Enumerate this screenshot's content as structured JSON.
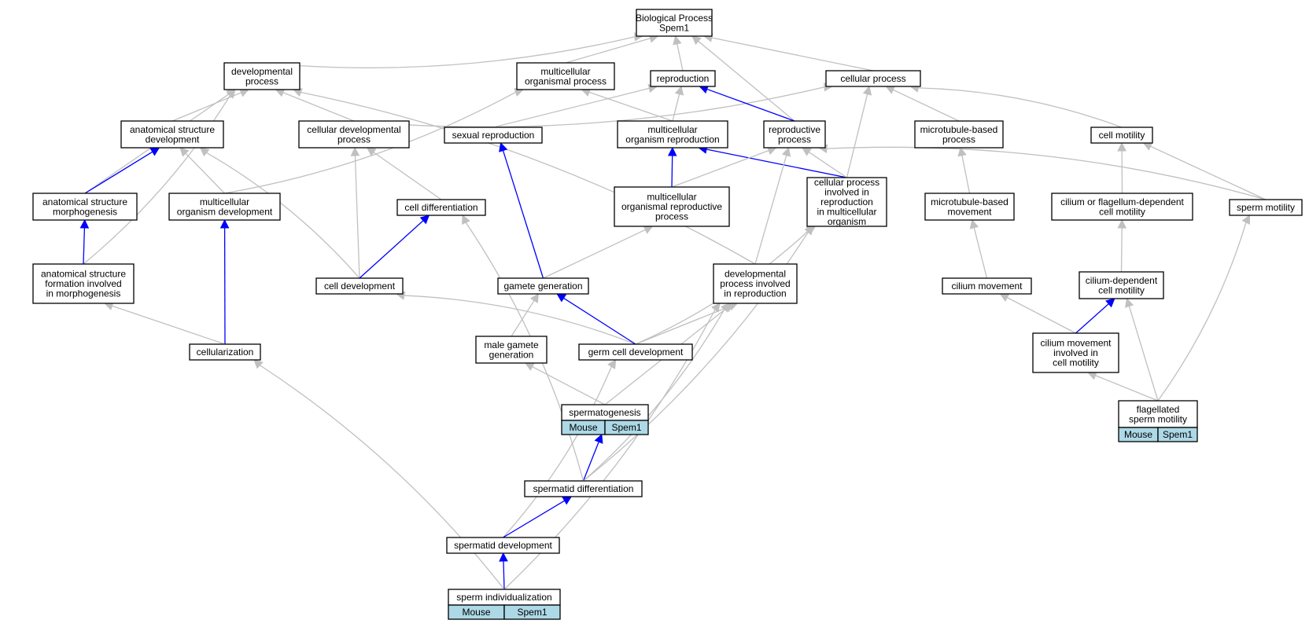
{
  "colors": {
    "edge_gray": "#c0c0c0",
    "edge_blue": "#0000ff",
    "annotation_fill": "#add8e6",
    "node_fill": "#ffffff"
  },
  "nodes": {
    "bp": {
      "lines": [
        "Biological Process",
        "Spem1"
      ]
    },
    "dev": {
      "lines": [
        "developmental",
        "process"
      ]
    },
    "mop": {
      "lines": [
        "multicellular",
        "organismal process"
      ]
    },
    "rep": {
      "lines": [
        "reproduction"
      ]
    },
    "cp": {
      "lines": [
        "cellular process"
      ]
    },
    "asd": {
      "lines": [
        "anatomical structure",
        "development"
      ]
    },
    "cdp": {
      "lines": [
        "cellular developmental",
        "process"
      ]
    },
    "sr": {
      "lines": [
        "sexual reproduction"
      ]
    },
    "mor": {
      "lines": [
        "multicellular",
        "organism reproduction"
      ]
    },
    "rp": {
      "lines": [
        "reproductive",
        "process"
      ]
    },
    "mbp": {
      "lines": [
        "microtubule-based",
        "process"
      ]
    },
    "cm": {
      "lines": [
        "cell motility"
      ]
    },
    "asm": {
      "lines": [
        "anatomical structure",
        "morphogenesis"
      ]
    },
    "mod": {
      "lines": [
        "multicellular",
        "organism development"
      ]
    },
    "cd": {
      "lines": [
        "cell differentiation"
      ]
    },
    "morp": {
      "lines": [
        "multicellular",
        "organismal reproductive",
        "process"
      ]
    },
    "cpir": {
      "lines": [
        "cellular process",
        "involved in",
        "reproduction",
        "in multicellular",
        "organism"
      ]
    },
    "mbm": {
      "lines": [
        "microtubule-based",
        "movement"
      ]
    },
    "cfdcm": {
      "lines": [
        "cilium or flagellum-dependent",
        "cell motility"
      ]
    },
    "sm": {
      "lines": [
        "sperm motility"
      ]
    },
    "asfm": {
      "lines": [
        "anatomical structure",
        "formation involved",
        "in morphogenesis"
      ]
    },
    "cdev": {
      "lines": [
        "cell development"
      ]
    },
    "gg": {
      "lines": [
        "gamete generation"
      ]
    },
    "dpir": {
      "lines": [
        "developmental",
        "process involved",
        "in reproduction"
      ]
    },
    "cmov": {
      "lines": [
        "cilium movement"
      ]
    },
    "cdcm": {
      "lines": [
        "cilium-dependent",
        "cell motility"
      ]
    },
    "cell": {
      "lines": [
        "cellularization"
      ]
    },
    "mgg": {
      "lines": [
        "male gamete",
        "generation"
      ]
    },
    "gcd": {
      "lines": [
        "germ cell development"
      ]
    },
    "cmicm": {
      "lines": [
        "cilium movement",
        "involved in",
        "cell motility"
      ]
    },
    "sg": {
      "lines": [
        "spermatogenesis"
      ],
      "annotation": [
        "Mouse",
        "Spem1"
      ]
    },
    "fsm": {
      "lines": [
        "flagellated",
        "sperm motility"
      ],
      "annotation": [
        "Mouse",
        "Spem1"
      ]
    },
    "sdiff": {
      "lines": [
        "spermatid differentiation"
      ]
    },
    "sdev": {
      "lines": [
        "spermatid development"
      ]
    },
    "si": {
      "lines": [
        "sperm individualization"
      ],
      "annotation": [
        "Mouse",
        "Spem1"
      ]
    }
  },
  "edges": [
    {
      "from": "dev",
      "to": "bp",
      "color": "gray"
    },
    {
      "from": "mop",
      "to": "bp",
      "color": "gray"
    },
    {
      "from": "rep",
      "to": "bp",
      "color": "gray"
    },
    {
      "from": "cp",
      "to": "bp",
      "color": "gray"
    },
    {
      "from": "rp",
      "to": "bp",
      "color": "gray"
    },
    {
      "from": "asd",
      "to": "dev",
      "color": "gray"
    },
    {
      "from": "cdp",
      "to": "dev",
      "color": "gray"
    },
    {
      "from": "asm",
      "to": "dev",
      "color": "gray"
    },
    {
      "from": "asfm",
      "to": "dev",
      "color": "gray"
    },
    {
      "from": "dpir",
      "to": "dev",
      "color": "gray"
    },
    {
      "from": "cdp",
      "to": "cp",
      "color": "gray"
    },
    {
      "from": "mod",
      "to": "mop",
      "color": "gray"
    },
    {
      "from": "mor",
      "to": "mop",
      "color": "gray"
    },
    {
      "from": "sr",
      "to": "rep",
      "color": "gray"
    },
    {
      "from": "mor",
      "to": "rep",
      "color": "gray"
    },
    {
      "from": "rp",
      "to": "rep",
      "color": "blue"
    },
    {
      "from": "cpir",
      "to": "cp",
      "color": "gray"
    },
    {
      "from": "mbp",
      "to": "cp",
      "color": "gray"
    },
    {
      "from": "cm",
      "to": "cp",
      "color": "gray"
    },
    {
      "from": "asm",
      "to": "asd",
      "color": "blue"
    },
    {
      "from": "mod",
      "to": "asd",
      "color": "gray"
    },
    {
      "from": "cdev",
      "to": "asd",
      "color": "gray"
    },
    {
      "from": "cd",
      "to": "cdp",
      "color": "gray"
    },
    {
      "from": "cdev",
      "to": "cdp",
      "color": "gray"
    },
    {
      "from": "gg",
      "to": "sr",
      "color": "blue"
    },
    {
      "from": "morp",
      "to": "mor",
      "color": "blue"
    },
    {
      "from": "cpir",
      "to": "mor",
      "color": "blue"
    },
    {
      "from": "morp",
      "to": "rp",
      "color": "gray"
    },
    {
      "from": "cpir",
      "to": "rp",
      "color": "gray"
    },
    {
      "from": "dpir",
      "to": "rp",
      "color": "gray"
    },
    {
      "from": "sm",
      "to": "rp",
      "color": "gray"
    },
    {
      "from": "mbm",
      "to": "mbp",
      "color": "gray"
    },
    {
      "from": "cfdcm",
      "to": "cm",
      "color": "gray"
    },
    {
      "from": "sm",
      "to": "cm",
      "color": "gray"
    },
    {
      "from": "asfm",
      "to": "asm",
      "color": "blue"
    },
    {
      "from": "cell",
      "to": "mod",
      "color": "blue"
    },
    {
      "from": "cdev",
      "to": "cd",
      "color": "blue"
    },
    {
      "from": "gg",
      "to": "morp",
      "color": "gray"
    },
    {
      "from": "gcd",
      "to": "cpir",
      "color": "gray"
    },
    {
      "from": "cmov",
      "to": "mbm",
      "color": "gray"
    },
    {
      "from": "cdcm",
      "to": "cfdcm",
      "color": "gray"
    },
    {
      "from": "fsm",
      "to": "sm",
      "color": "gray"
    },
    {
      "from": "cell",
      "to": "asfm",
      "color": "gray"
    },
    {
      "from": "gcd",
      "to": "cdev",
      "color": "gray"
    },
    {
      "from": "mgg",
      "to": "gg",
      "color": "gray"
    },
    {
      "from": "gcd",
      "to": "gg",
      "color": "blue"
    },
    {
      "from": "gcd",
      "to": "dpir",
      "color": "gray"
    },
    {
      "from": "sg",
      "to": "dpir",
      "color": "gray"
    },
    {
      "from": "sdiff",
      "to": "dpir",
      "color": "gray"
    },
    {
      "from": "si",
      "to": "dpir",
      "color": "gray"
    },
    {
      "from": "cmicm",
      "to": "cmov",
      "color": "gray"
    },
    {
      "from": "cmicm",
      "to": "cdcm",
      "color": "blue"
    },
    {
      "from": "fsm",
      "to": "cdcm",
      "color": "gray"
    },
    {
      "from": "fsm",
      "to": "cmicm",
      "color": "gray"
    },
    {
      "from": "sg",
      "to": "mgg",
      "color": "gray"
    },
    {
      "from": "sdev",
      "to": "gcd",
      "color": "gray"
    },
    {
      "from": "sdiff",
      "to": "sg",
      "color": "blue"
    },
    {
      "from": "sdiff",
      "to": "cd",
      "color": "gray"
    },
    {
      "from": "sdiff",
      "to": "cpir",
      "color": "gray"
    },
    {
      "from": "sdev",
      "to": "sdiff",
      "color": "blue"
    },
    {
      "from": "si",
      "to": "sdev",
      "color": "blue"
    },
    {
      "from": "si",
      "to": "cell",
      "color": "gray"
    }
  ]
}
